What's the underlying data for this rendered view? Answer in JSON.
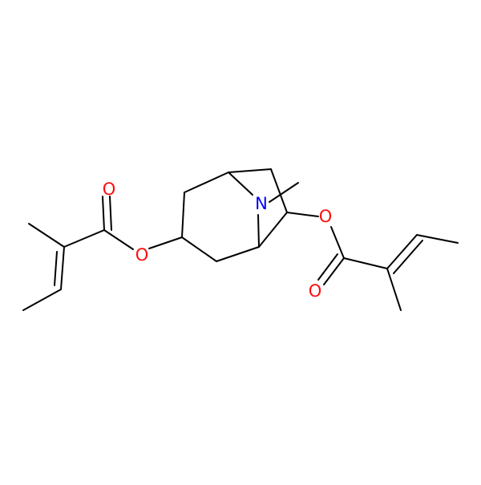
{
  "molecule": {
    "colors": {
      "bond": "#000000",
      "oxygen": "#ff0d0d",
      "nitrogen": "#0000ff",
      "background": "#ffffff"
    },
    "atom_labels": {
      "o_carbonyl_left": "O",
      "o_ester_left": "O",
      "n_bridge": "N",
      "o_ester_right": "O",
      "o_carbonyl_right": "O"
    }
  }
}
